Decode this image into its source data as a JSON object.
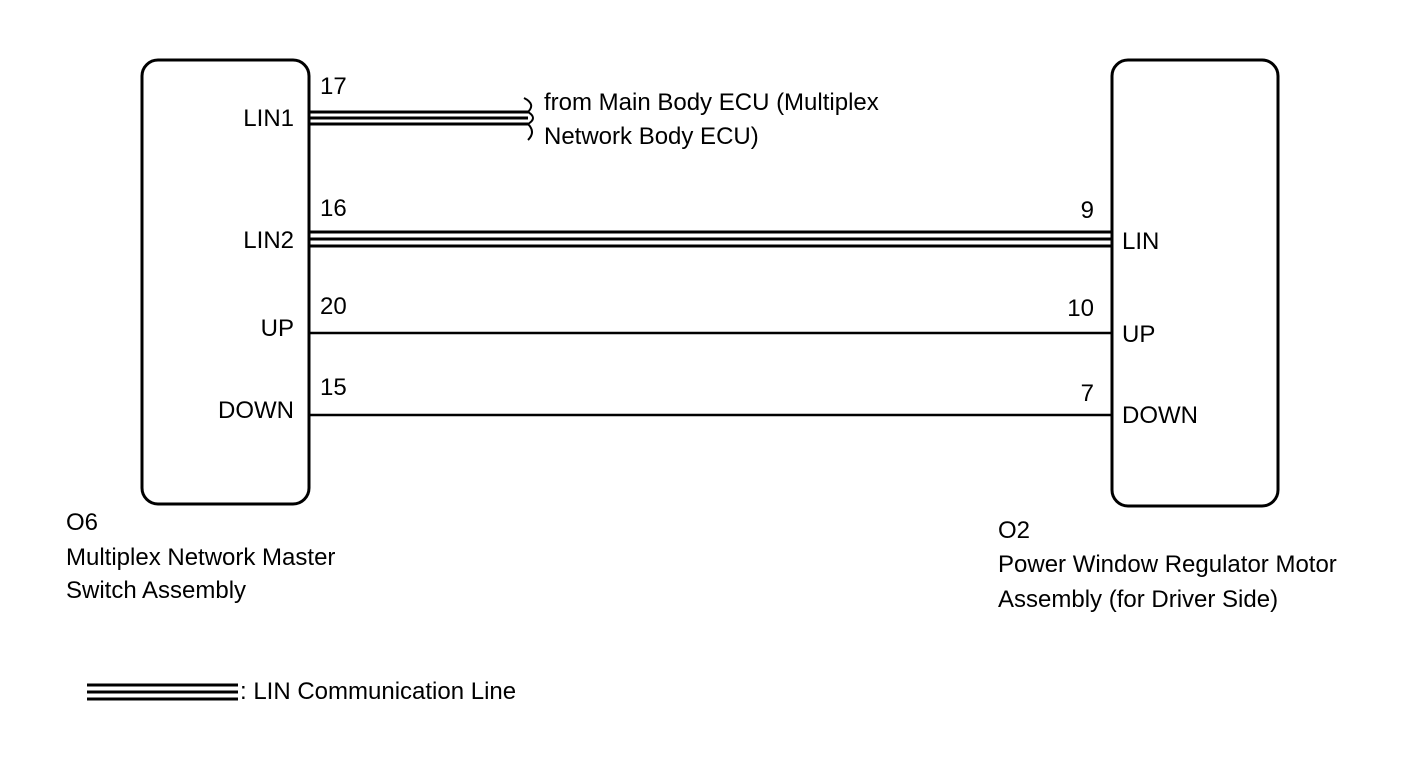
{
  "left_component": {
    "code": "O6",
    "name_lines": [
      "Multiplex Network Master",
      "Switch Assembly"
    ],
    "pins": [
      {
        "label": "LIN1",
        "number": "17"
      },
      {
        "label": "LIN2",
        "number": "16"
      },
      {
        "label": "UP",
        "number": "20"
      },
      {
        "label": "DOWN",
        "number": "15"
      }
    ]
  },
  "right_component": {
    "code": "O2",
    "name_lines": [
      "Power Window Regulator Motor",
      "Assembly (for Driver Side)"
    ],
    "pins": [
      {
        "label": "LIN",
        "number": "9"
      },
      {
        "label": "UP",
        "number": "10"
      },
      {
        "label": "DOWN",
        "number": "7"
      }
    ]
  },
  "external_note_lines": [
    "from Main Body ECU (Multiplex",
    "Network Body ECU)"
  ],
  "legend": {
    "label": ": LIN Communication Line"
  }
}
